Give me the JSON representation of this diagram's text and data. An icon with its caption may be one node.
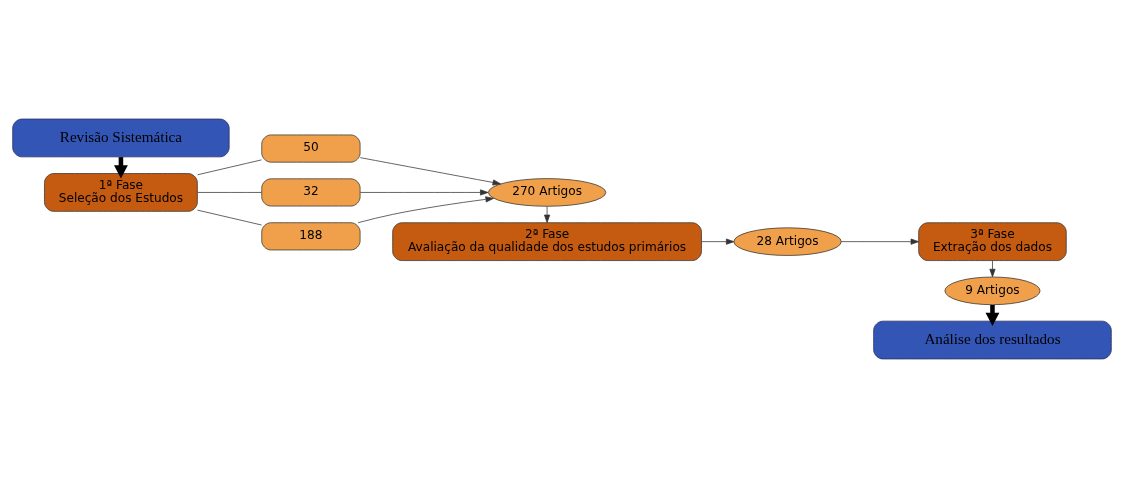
{
  "diagram": {
    "nodes": [
      {
        "text": [
          "Revisão Sistemática"
        ]
      },
      {
        "text": [
          "1ª Fase",
          "Seleção dos Estudos"
        ]
      },
      {
        "text": [
          "50"
        ]
      },
      {
        "text": [
          "32"
        ]
      },
      {
        "text": [
          "188"
        ]
      },
      {
        "text": [
          "270 Artigos"
        ]
      },
      {
        "text": [
          "2ª Fase",
          "Avaliação da qualidade dos estudos primários"
        ]
      },
      {
        "text": [
          "28 Artigos"
        ]
      },
      {
        "text": [
          "3ª Fase",
          "Extração dos dados"
        ]
      },
      {
        "text": [
          "9 Artigos"
        ]
      },
      {
        "text": [
          "Análise dos resultados"
        ]
      }
    ],
    "edges": [
      {
        "from": 0,
        "to": 1,
        "arrow": "to",
        "style": "thick"
      },
      {
        "from": 1,
        "to": 2,
        "arrow": "none"
      },
      {
        "from": 1,
        "to": 3,
        "arrow": "none"
      },
      {
        "from": 1,
        "to": 4,
        "arrow": "none"
      },
      {
        "from": 2,
        "to": 5,
        "arrow": "to"
      },
      {
        "from": 3,
        "to": 5,
        "arrow": "to"
      },
      {
        "from": 4,
        "to": 5,
        "arrow": "to"
      },
      {
        "from": 5,
        "to": 6,
        "arrow": "to"
      },
      {
        "from": 6,
        "to": 7,
        "arrow": "to"
      },
      {
        "from": 7,
        "to": 8,
        "arrow": "to"
      },
      {
        "from": 8,
        "to": 9,
        "arrow": "to"
      },
      {
        "from": 9,
        "to": 10,
        "arrow": "to",
        "style": "thick"
      }
    ]
  }
}
